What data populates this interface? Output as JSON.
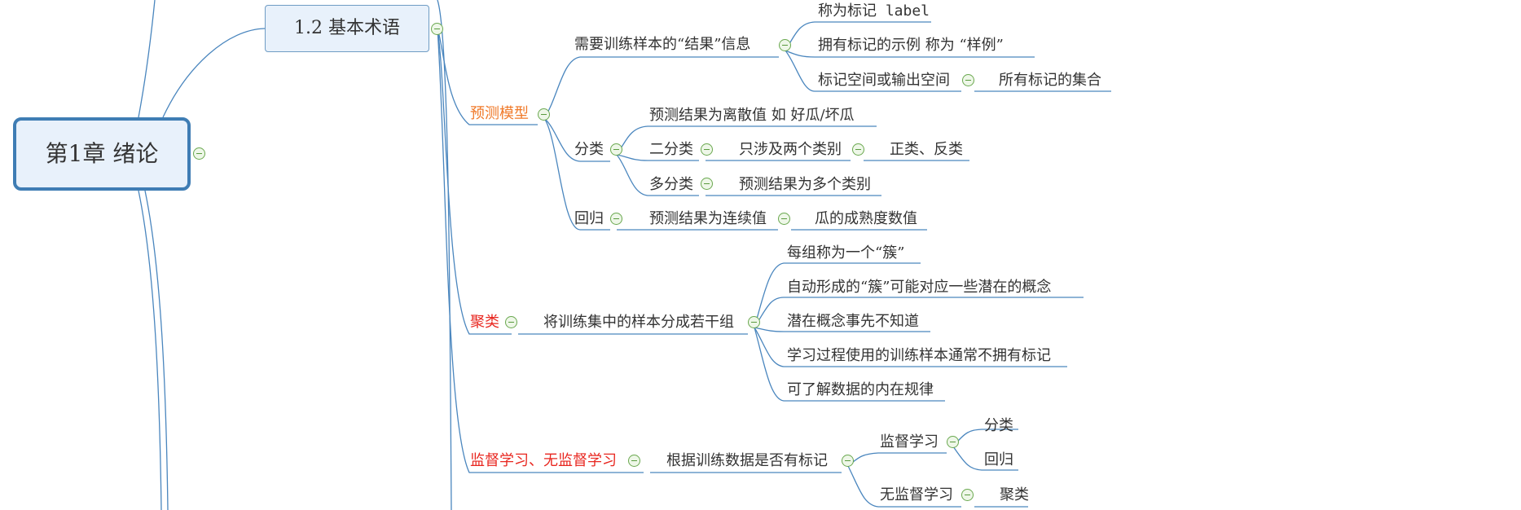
{
  "root": {
    "label": "第1章  绪论"
  },
  "topic": {
    "label": "1.2 基本术语"
  },
  "predict": {
    "label": "预测模型",
    "need": {
      "label": "需要训练样本的“结果”信息",
      "items": [
        "称为标记 label",
        "拥有标记的示例  称为 “样例”",
        "标记空间或输出空间"
      ],
      "label_space_leaf": "所有标记的集合"
    },
    "classify": {
      "label": "分类",
      "discrete": "预测结果为离散值  如 好瓜/坏瓜",
      "binary": {
        "label": "二分类",
        "child": "只涉及两个类别",
        "leaf": "正类、反类"
      },
      "multi": {
        "label": "多分类",
        "child": "预测结果为多个类别"
      }
    },
    "regress": {
      "label": "回归",
      "child": "预测结果为连续值",
      "leaf": "瓜的成熟度数值"
    }
  },
  "cluster": {
    "label": "聚类",
    "child": "将训练集中的样本分成若干组",
    "items": [
      "每组称为一个“簇”",
      "自动形成的“簇”可能对应一些潜在的概念",
      "潜在概念事先不知道",
      "学习过程使用的训练样本通常不拥有标记",
      "可了解数据的内在规律"
    ]
  },
  "learning": {
    "label": "监督学习、无监督学习",
    "child": "根据训练数据是否有标记",
    "supervised": {
      "label": "监督学习",
      "items": [
        "分类",
        "回归"
      ]
    },
    "unsupervised": {
      "label": "无监督学习",
      "leaf": "聚类"
    }
  },
  "colors": {
    "line": "#4a86be",
    "orange": "#f07a2a",
    "red": "#e8261f",
    "toggle": "#6aa84f"
  }
}
